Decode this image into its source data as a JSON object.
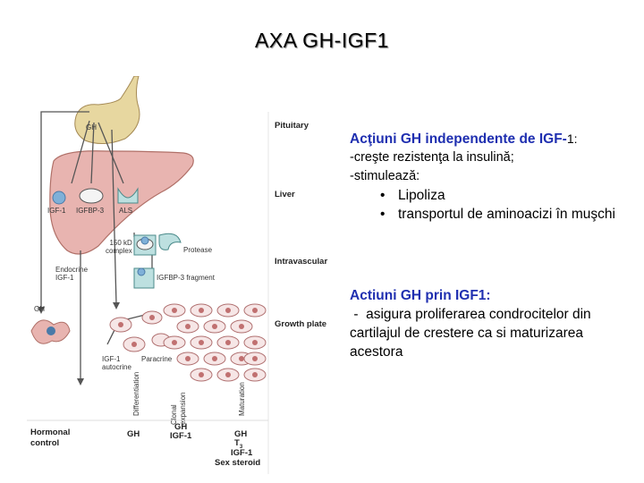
{
  "title": "AXA GH-IGF1",
  "figure": {
    "labels": {
      "gh_top": "GH",
      "igf1": "IGF-1",
      "igfbp3": "IGFBP-3",
      "als": "ALS",
      "complex": "150 kD\ncomplex",
      "protease": "Protease",
      "fragment": "IGFBP-3 fragment",
      "endocrine": "Endocrine\nIGF-1",
      "gh_left": "GH",
      "autocrine": "IGF-1\nautocrine",
      "paracrine": "Paracrine",
      "differentiation": "Differentiation",
      "clonal": "Clonal\nexpansion",
      "maturation": "Maturation",
      "hormonal": "Hormonal\ncontrol",
      "gh_col1": "GH",
      "gh_col2": "GH",
      "igf1_col2": "IGF-1",
      "gh_col3": "GH",
      "t3": "T",
      "t3_sub": "3",
      "igf1_col3": "IGF-1",
      "sex": "Sex steroid"
    },
    "rows": {
      "pituitary": "Pituitary",
      "liver": "Liver",
      "intravascular": "Intravascular",
      "growth_plate": "Growth plate"
    }
  },
  "panel1": {
    "heading": "Acţiuni GH independente de IGF-",
    "heading_tail": "1:",
    "line1": "-creşte rezistenţa la insulină;",
    "line2": "-stimulează:",
    "bullets": [
      "Lipoliza",
      "transportul de aminoacizi în muşchi"
    ]
  },
  "panel2": {
    "heading": "Actiuni GH prin IGF1:",
    "text": " -  asigura proliferarea condrocitelor din cartilajul de crestere ca si maturizarea acestora"
  },
  "colors": {
    "heading": "#1f2fb0",
    "liver": "#e8b4b0",
    "pituitary": "#e7d7a0",
    "teal": "#7fc8c8"
  }
}
